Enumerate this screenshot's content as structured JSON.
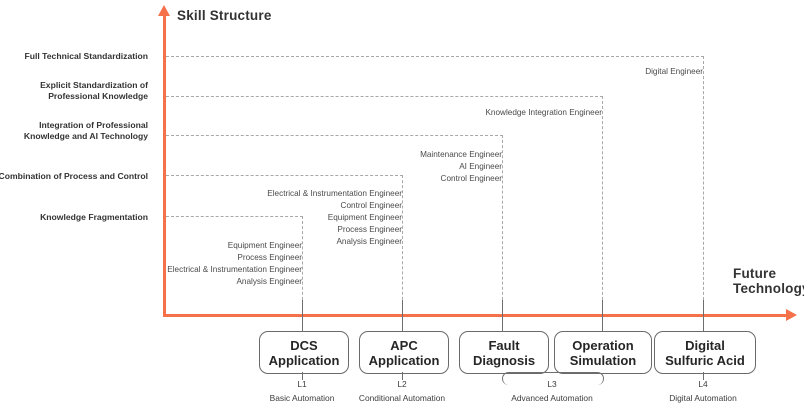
{
  "colors": {
    "accent": "#f4714a",
    "dash": "#a8a8a8",
    "box_stroke": "#6a6a6a",
    "text": "#3d3d3d"
  },
  "axes": {
    "y_title": "Skill Structure",
    "x_title_line1": "Future",
    "x_title_line2": "Technology"
  },
  "levels": [
    {
      "label": "Knowledge Fragmentation"
    },
    {
      "label": "Combination of Process and Control"
    },
    {
      "label_line1": "Integration of Professional",
      "label_line2": "Knowledge and AI Technology"
    },
    {
      "label_line1": "Explicit Standardization of",
      "label_line2": "Professional Knowledge"
    },
    {
      "label": "Full Technical Standardization"
    }
  ],
  "stages": [
    {
      "code": "L1",
      "automation": "Basic Automation",
      "box_line1": "DCS",
      "box_line2": "Application",
      "roles": [
        "Equipment Engineer",
        "Process Engineer",
        "Electrical & Instrumentation Engineer",
        "Analysis Engineer"
      ]
    },
    {
      "code": "L2",
      "automation": "Conditional Automation",
      "box_line1": "APC",
      "box_line2": "Application",
      "roles": [
        "Electrical & Instrumentation Engineer",
        "Control Engineer",
        "Equipment Engineer",
        "Process Engineer",
        "Analysis Engineer"
      ]
    },
    {
      "code": "L3",
      "automation": "Advanced Automation",
      "box_line1": "Fault",
      "box_line2": "Diagnosis",
      "roles": [
        "Maintenance Engineer",
        "AI Engineer",
        "Control Engineer"
      ]
    },
    {
      "code": "",
      "automation": "",
      "box_line1": "Operation",
      "box_line2": "Simulation",
      "roles": [
        "Knowledge Integration Engineer"
      ]
    },
    {
      "code": "L4",
      "automation": "Digital Automation",
      "box_line1": "Digital",
      "box_line2": "Sulfuric Acid",
      "roles": [
        "Digital Engineer"
      ]
    }
  ]
}
